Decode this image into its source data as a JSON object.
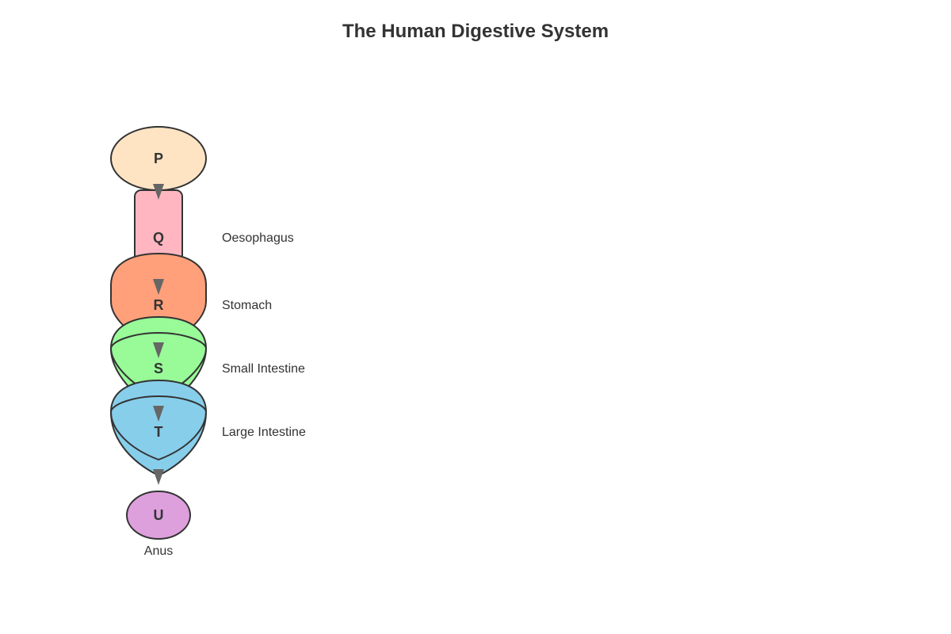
{
  "title": "The Human Digestive System",
  "organs": [
    {
      "letter": "P",
      "label": "",
      "color": "#FFE4C4"
    },
    {
      "letter": "Q",
      "label": "Oesophagus",
      "color": "#FFB6C1"
    },
    {
      "letter": "R",
      "label": "Stomach",
      "color": "#FFA07A"
    },
    {
      "letter": "S",
      "label": "Small Intestine",
      "color": "#98FB98"
    },
    {
      "letter": "T",
      "label": "Large Intestine",
      "color": "#87CEEB"
    },
    {
      "letter": "U",
      "label": "Anus",
      "color": "#DDA0DD"
    }
  ],
  "stroke_color": "#333333",
  "arrow_color": "#666666"
}
